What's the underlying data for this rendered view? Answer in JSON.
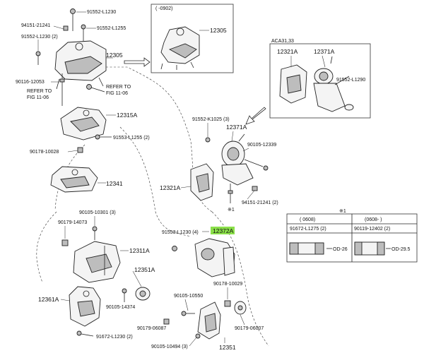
{
  "inset_top": {
    "title": "( -0902)",
    "part": "12305"
  },
  "inset_right": {
    "title": "ACA31,33",
    "parts": [
      "12321A",
      "12371A",
      "91552-L1290"
    ]
  },
  "labels": {
    "p91552_L1230_top": "91552-L1230",
    "p94151_21241_top": "94151-21241",
    "p91552_L1255": "91552-L1255",
    "p91552_L1230_2": "91552-L1230 (2)",
    "p12305": "12305",
    "p90116_12053": "90116-12053",
    "refer_left": "REFER TO\nFIG 11-06",
    "refer_right": "REFER TO\nFIG 11-06",
    "p12315A": "12315A",
    "p91553_L1255_2": "91553-L1255 (2)",
    "p90178_10028": "90178-10028",
    "p12341": "12341",
    "p91552_K1025_3": "91552-K1025 (3)",
    "p12371A": "12371A",
    "p90105_12339": "90105-12339",
    "p12321A": "12321A",
    "p94151_21241_2": "94151-21241 (2)",
    "note1_a": "※1",
    "p90105_10301_3": "90105-10301 (3)",
    "p90179_14073": "90179-14073",
    "p91553_L1230_4": "91553-L1230 (4)",
    "p12372A": "12372A",
    "p12311A": "12311A",
    "p12351A": "12351A",
    "p90105_10550": "90105-10550",
    "p90178_10029": "90178-10029",
    "p12361A": "12361A",
    "p90105_14374": "90105-14374",
    "p90179_06087_a": "90179-06087",
    "p90179_06007": "90179-06007",
    "p91672_L1230_2": "91672-L1230 (2)",
    "p90105_10494_3": "90105-10494 (3)",
    "p12351": "12351"
  },
  "note_table": {
    "mark": "※1",
    "col1_header": "( 0608)",
    "col2_header": "(0608- )",
    "col1_part": "91672-L1275 (2)",
    "col2_part": "90119-12402 (2)",
    "col1_dim": "OD-26",
    "col2_dim": "OD-29.5"
  },
  "colors": {
    "highlight": "#8be04a"
  }
}
